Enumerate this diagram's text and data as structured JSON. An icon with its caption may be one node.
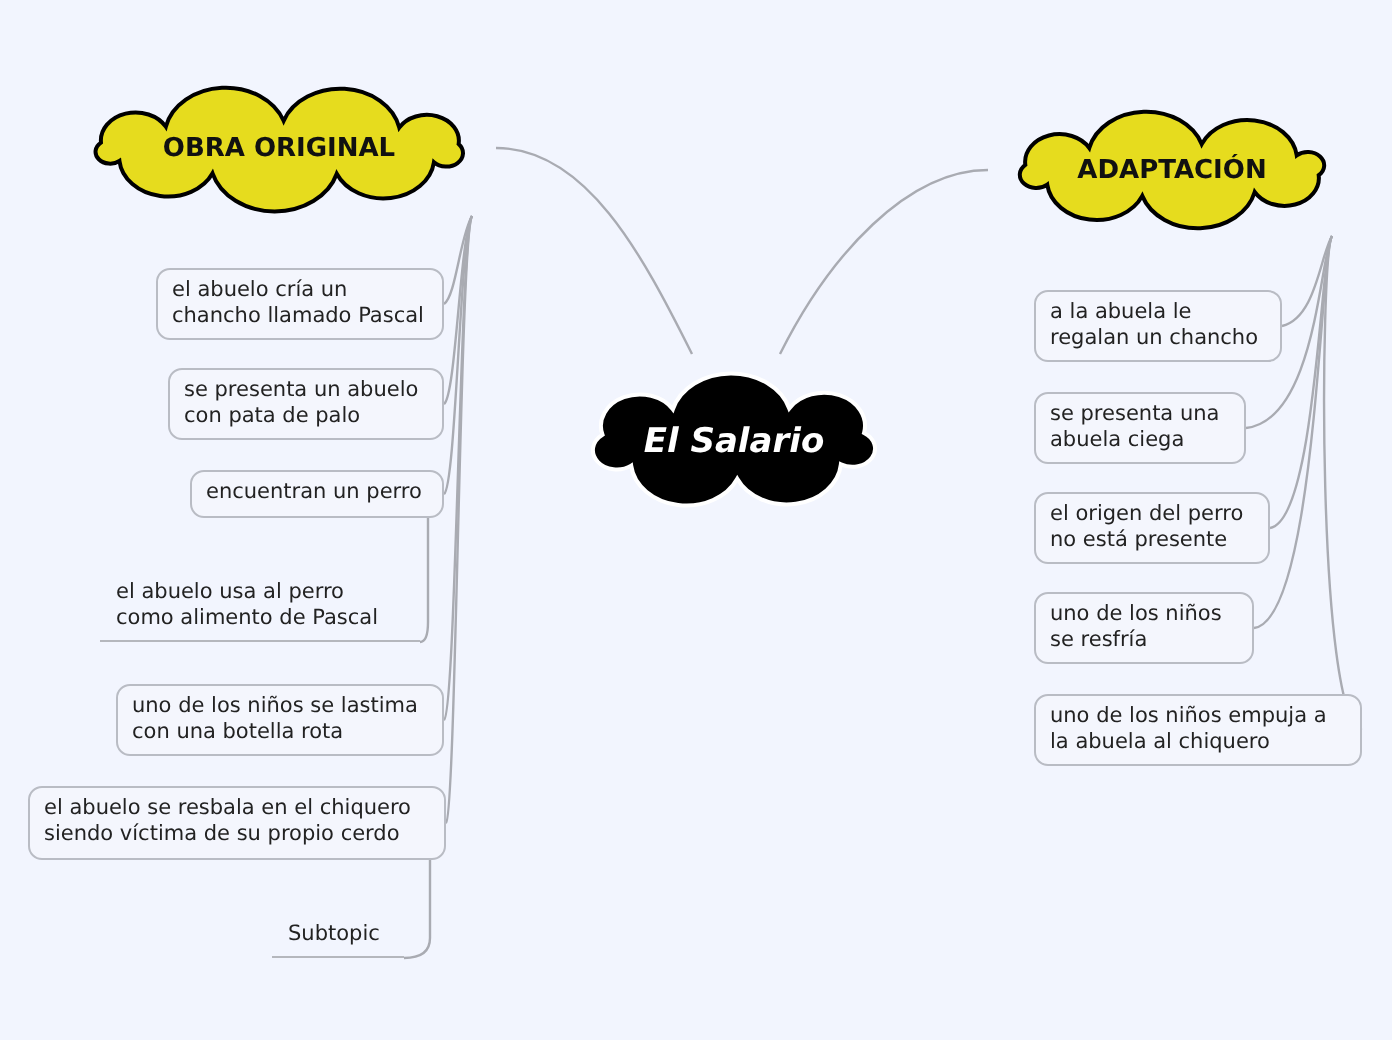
{
  "diagram": {
    "nodes": [
      {
        "text": [
          "El Salario"
        ]
      },
      {
        "text": [
          "OBRA ORIGINAL"
        ]
      },
      {
        "text": [
          "ADAPTACIÓN"
        ]
      },
      {
        "text": [
          "el abuelo cría un chancho llamado Pascal"
        ]
      },
      {
        "text": [
          "se presenta un abuelo con pata de palo"
        ]
      },
      {
        "text": [
          "encuentran un perro"
        ]
      },
      {
        "text": [
          "el abuelo usa al perro como alimento de Pascal"
        ]
      },
      {
        "text": [
          "uno de los niños se lastima con una botella rota"
        ]
      },
      {
        "text": [
          "el abuelo se resbala en el chiquero siendo víctima de su propio cerdo"
        ]
      },
      {
        "text": [
          "Subtopic"
        ]
      },
      {
        "text": [
          "a la abuela le regalan un chancho"
        ]
      },
      {
        "text": [
          "se presenta una abuela ciega"
        ]
      },
      {
        "text": [
          "el origen del perro no está presente"
        ]
      },
      {
        "text": [
          "uno de los niños se resfría"
        ]
      },
      {
        "text": [
          "uno de los niños empuja a la abuela al chiquero"
        ]
      }
    ],
    "edges": [
      {
        "from": 0,
        "to": 1,
        "arrow": "none"
      },
      {
        "from": 0,
        "to": 2,
        "arrow": "none"
      },
      {
        "from": 1,
        "to": 3,
        "arrow": "none"
      },
      {
        "from": 1,
        "to": 4,
        "arrow": "none"
      },
      {
        "from": 1,
        "to": 5,
        "arrow": "none"
      },
      {
        "from": 5,
        "to": 6,
        "arrow": "none"
      },
      {
        "from": 1,
        "to": 7,
        "arrow": "none"
      },
      {
        "from": 1,
        "to": 8,
        "arrow": "none"
      },
      {
        "from": 8,
        "to": 9,
        "arrow": "none"
      },
      {
        "from": 2,
        "to": 10,
        "arrow": "none"
      },
      {
        "from": 2,
        "to": 11,
        "arrow": "none"
      },
      {
        "from": 2,
        "to": 12,
        "arrow": "none"
      },
      {
        "from": 2,
        "to": 13,
        "arrow": "none"
      },
      {
        "from": 2,
        "to": 14,
        "arrow": "none"
      }
    ]
  }
}
